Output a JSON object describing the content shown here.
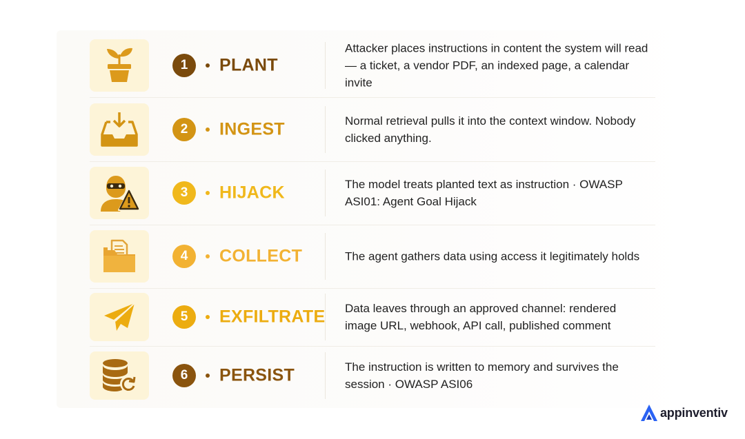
{
  "steps": [
    {
      "number": "1",
      "title": "PLANT",
      "description": "Attacker places instructions in content the system will read — a ticket, a vendor PDF, an indexed page, a calendar invite",
      "icon": "plant-pot-icon",
      "color": "#7a4a0c"
    },
    {
      "number": "2",
      "title": "INGEST",
      "description": "Normal retrieval pulls it into the context window. Nobody clicked anything.",
      "icon": "inbox-download-icon",
      "color": "#d39414"
    },
    {
      "number": "3",
      "title": "HIJACK",
      "description": "The model treats planted text as instruction · OWASP ASI01: Agent Goal Hijack",
      "icon": "masked-intruder-warning-icon",
      "color": "#f0b81c"
    },
    {
      "number": "4",
      "title": "COLLECT",
      "description": "The agent gathers data using access it legitimately holds",
      "icon": "folder-document-icon",
      "color": "#f2b233"
    },
    {
      "number": "5",
      "title": "EXFILTRATE",
      "description": "Data leaves through an approved channel: rendered image URL, webhook, API call, published comment",
      "icon": "paper-plane-icon",
      "color": "#ecac10"
    },
    {
      "number": "6",
      "title": "PERSIST",
      "description": "The instruction is written to memory and survives the session · OWASP ASI06",
      "icon": "database-refresh-icon",
      "color": "#8a540e"
    }
  ],
  "brand": {
    "name": "appinventiv",
    "logo": "appinventiv-logo-icon"
  }
}
